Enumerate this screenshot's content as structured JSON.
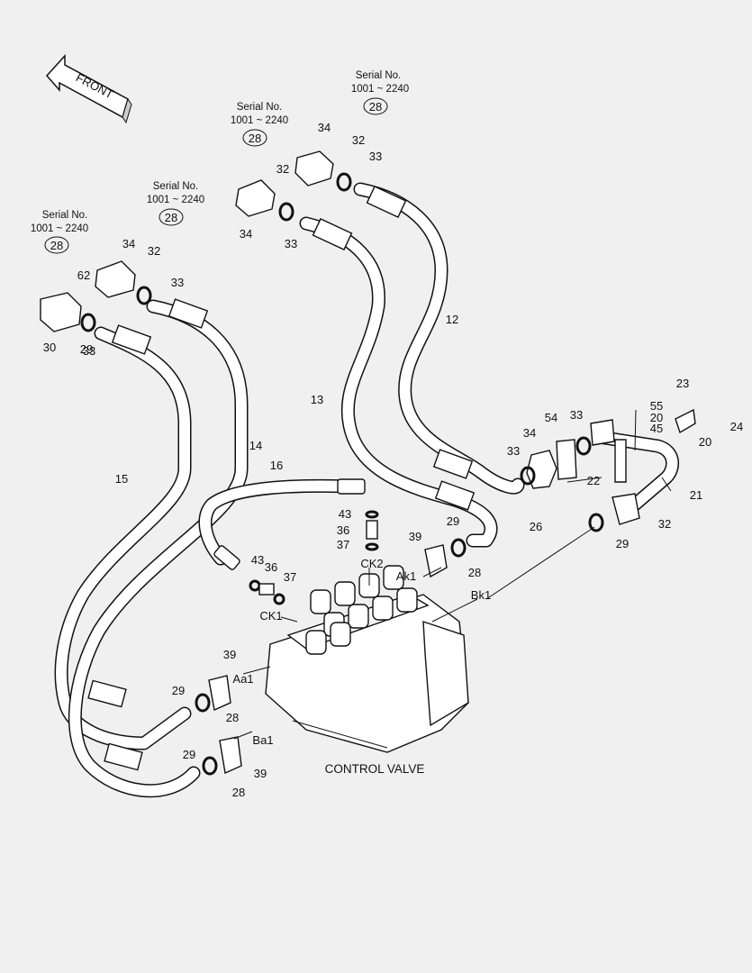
{
  "diagram": {
    "front_label": "FRONT",
    "caption": "CONTROL VALVE",
    "serial_blocks": [
      {
        "title": "Serial No.",
        "range": "1001 ~ 2240",
        "ref": "28"
      },
      {
        "title": "Serial No.",
        "range": "1001 ~ 2240",
        "ref": "28"
      },
      {
        "title": "Serial No.",
        "range": "1001 ~ 2240",
        "ref": "28"
      },
      {
        "title": "Serial No.",
        "range": "1001 ~ 2240",
        "ref": "28"
      }
    ],
    "callouts": [
      "34",
      "32",
      "33",
      "34",
      "33",
      "32",
      "33",
      "34",
      "32",
      "62",
      "33",
      "30",
      "29",
      "12",
      "13",
      "14",
      "15",
      "16",
      "23",
      "55",
      "20",
      "45",
      "24",
      "20",
      "54",
      "33",
      "34",
      "33",
      "22",
      "21",
      "26",
      "32",
      "29",
      "29",
      "28",
      "39",
      "Ak1",
      "Bk1",
      "43",
      "36",
      "37",
      "CK2",
      "43",
      "36",
      "37",
      "CK1",
      "39",
      "Aa1",
      "29",
      "28",
      "Ba1",
      "29",
      "39",
      "28"
    ]
  }
}
